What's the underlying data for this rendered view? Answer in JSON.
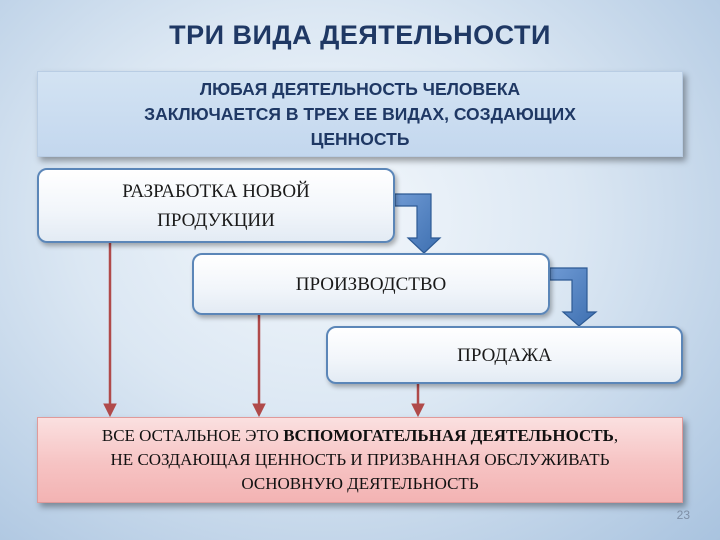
{
  "slide": {
    "title": "ТРИ ВИДА ДЕЯТЕЛЬНОСТИ",
    "banner": {
      "line1": "ЛЮБАЯ ДЕЯТЕЛЬНОСТЬ ЧЕЛОВЕКА",
      "line2": "ЗАКЛЮЧАЕТСЯ В ТРЕХ ЕЕ ВИДАХ, СОЗДАЮЩИХ",
      "line3": "ЦЕННОСТЬ"
    },
    "steps": [
      {
        "line1": "РАЗРАБОТКА НОВОЙ",
        "line2": "ПРОДУКЦИИ"
      },
      {
        "label": "ПРОИЗВОДСТВО"
      },
      {
        "label": "ПРОДАЖА"
      }
    ],
    "bottom": {
      "line1_prefix": "ВСЕ ОСТАЛЬНОЕ ЭТО ",
      "line1_bold": "ВСПОМОГАТЕЛЬНАЯ ДЕЯТЕЛЬНОСТЬ",
      "line1_suffix": ",",
      "line2": "НЕ СОЗДАЮЩАЯ ЦЕННОСТЬ И ПРИЗВАННАЯ ОБСЛУЖИВАТЬ",
      "line3": "ОСНОВНУЮ ДЕЯТЕЛЬНОСТЬ"
    },
    "page_number": "23",
    "colors": {
      "title": "#1f3864",
      "step_border": "#5b86b8",
      "connector_arrow": "#4a7bbf",
      "down_arrow": "#b04a4a"
    }
  }
}
